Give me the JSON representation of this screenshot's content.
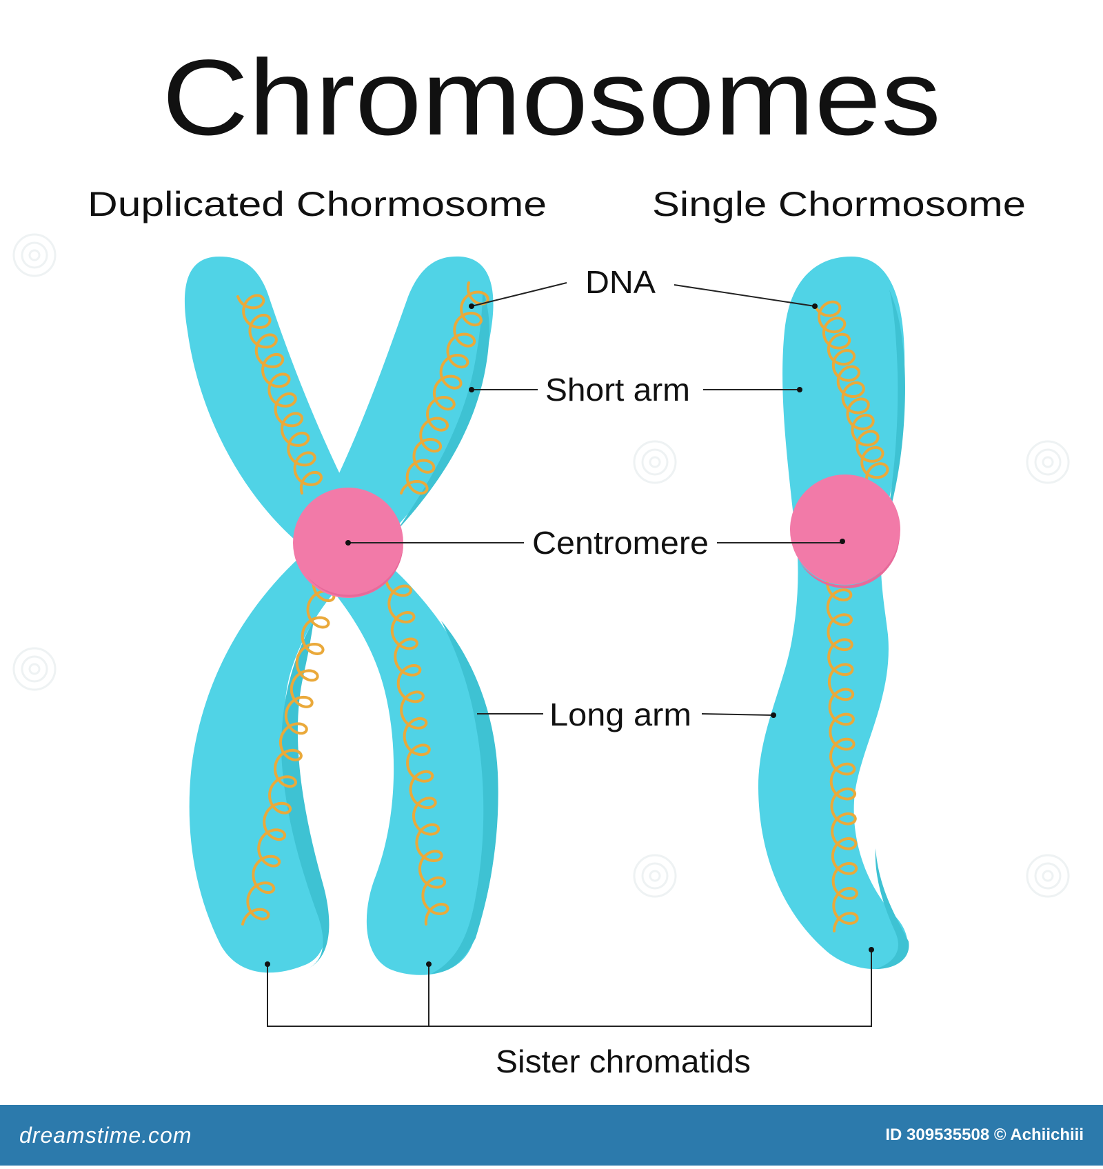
{
  "title": "Chromosomes",
  "subtitles": {
    "duplicated": "Duplicated Chormosome",
    "single": "Single Chormosome"
  },
  "labels": {
    "dna": "DNA",
    "short_arm": "Short arm",
    "centromere": "Centromere",
    "long_arm": "Long arm",
    "sister_chromatids": "Sister chromatids"
  },
  "footer": {
    "brand": "dreamstime.com",
    "image_id": "ID 309535508",
    "author": "© Achiichiii"
  },
  "watermark": "dreamstime",
  "colors": {
    "chromatid": "#50d3e6",
    "chromatid_shade": "#3ec2d3",
    "centromere": "#f27aa8",
    "dna": "#eaa93a",
    "footer_bg": "#2c7aac",
    "text": "#111111"
  }
}
